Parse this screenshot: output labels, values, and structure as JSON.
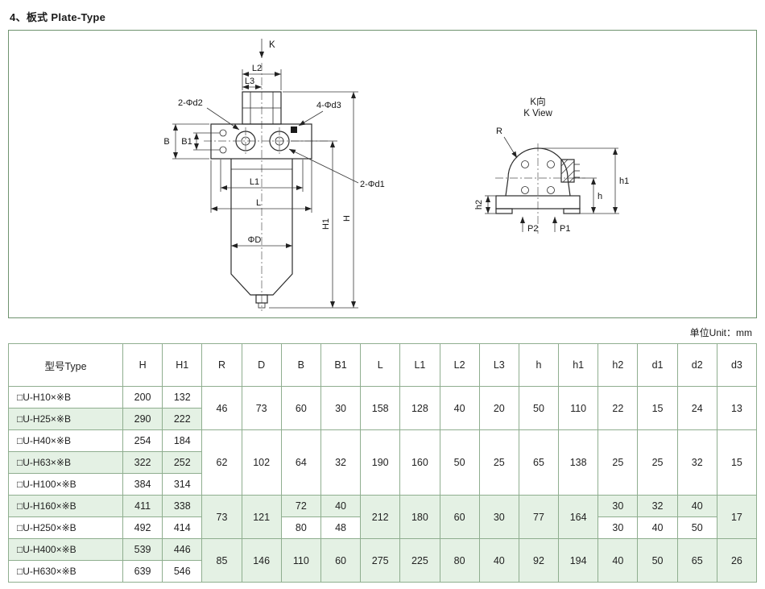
{
  "page": {
    "heading": "4、板式 Plate-Type"
  },
  "drawing": {
    "front": {
      "k": "K",
      "l2": "L2",
      "l3": "L3",
      "d2_label": "2-Φd2",
      "d3_label": "4-Φd3",
      "b": "B",
      "b1": "B1",
      "l1": "L1",
      "l": "L",
      "phi_d": "ΦD",
      "d1_label": "2-Φd1",
      "h1": "H1",
      "h": "H"
    },
    "kview": {
      "title_cn": "K向",
      "title_en": "K View",
      "r": "R",
      "h2": "h2",
      "h": "h",
      "h1": "h1",
      "p2": "P2",
      "p1": "P1"
    }
  },
  "table": {
    "unit_label": "单位Unit：mm",
    "headers": [
      "型号Type",
      "H",
      "H1",
      "R",
      "D",
      "B",
      "B1",
      "L",
      "L1",
      "L2",
      "L3",
      "h",
      "h1",
      "h2",
      "d1",
      "d2",
      "d3"
    ],
    "rows": [
      {
        "type": "□U-H10×※B",
        "H": "200",
        "H1": "132"
      },
      {
        "type": "□U-H25×※B",
        "H": "290",
        "H1": "222"
      },
      {
        "type": "□U-H40×※B",
        "H": "254",
        "H1": "184"
      },
      {
        "type": "□U-H63×※B",
        "H": "322",
        "H1": "252"
      },
      {
        "type": "□U-H100×※B",
        "H": "384",
        "H1": "314"
      },
      {
        "type": "□U-H160×※B",
        "H": "411",
        "H1": "338",
        "B": "72",
        "B1": "40",
        "h2": "30",
        "d1": "32",
        "d2": "40"
      },
      {
        "type": "□U-H250×※B",
        "H": "492",
        "H1": "414",
        "B": "80",
        "B1": "48",
        "h2": "30",
        "d1": "40",
        "d2": "50"
      },
      {
        "type": "□U-H400×※B",
        "H": "539",
        "H1": "446"
      },
      {
        "type": "□U-H630×※B",
        "H": "639",
        "H1": "546"
      }
    ],
    "groups": {
      "g1": {
        "R": "46",
        "D": "73",
        "B": "60",
        "B1": "30",
        "L": "158",
        "L1": "128",
        "L2": "40",
        "L3": "20",
        "h": "50",
        "h1": "110",
        "h2": "22",
        "d1": "15",
        "d2": "24",
        "d3": "13"
      },
      "g2": {
        "R": "62",
        "D": "102",
        "B": "64",
        "B1": "32",
        "L": "190",
        "L1": "160",
        "L2": "50",
        "L3": "25",
        "h": "65",
        "h1": "138",
        "h2": "25",
        "d1": "25",
        "d2": "32",
        "d3": "15"
      },
      "g3": {
        "R": "73",
        "D": "121",
        "L": "212",
        "L1": "180",
        "L2": "60",
        "L3": "30",
        "h": "77",
        "h1": "164",
        "d3": "17"
      },
      "g4": {
        "R": "85",
        "D": "146",
        "B": "110",
        "B1": "60",
        "L": "275",
        "L1": "225",
        "L2": "80",
        "L3": "40",
        "h": "92",
        "h1": "194",
        "h2": "40",
        "d1": "50",
        "d2": "65",
        "d3": "26"
      }
    }
  }
}
